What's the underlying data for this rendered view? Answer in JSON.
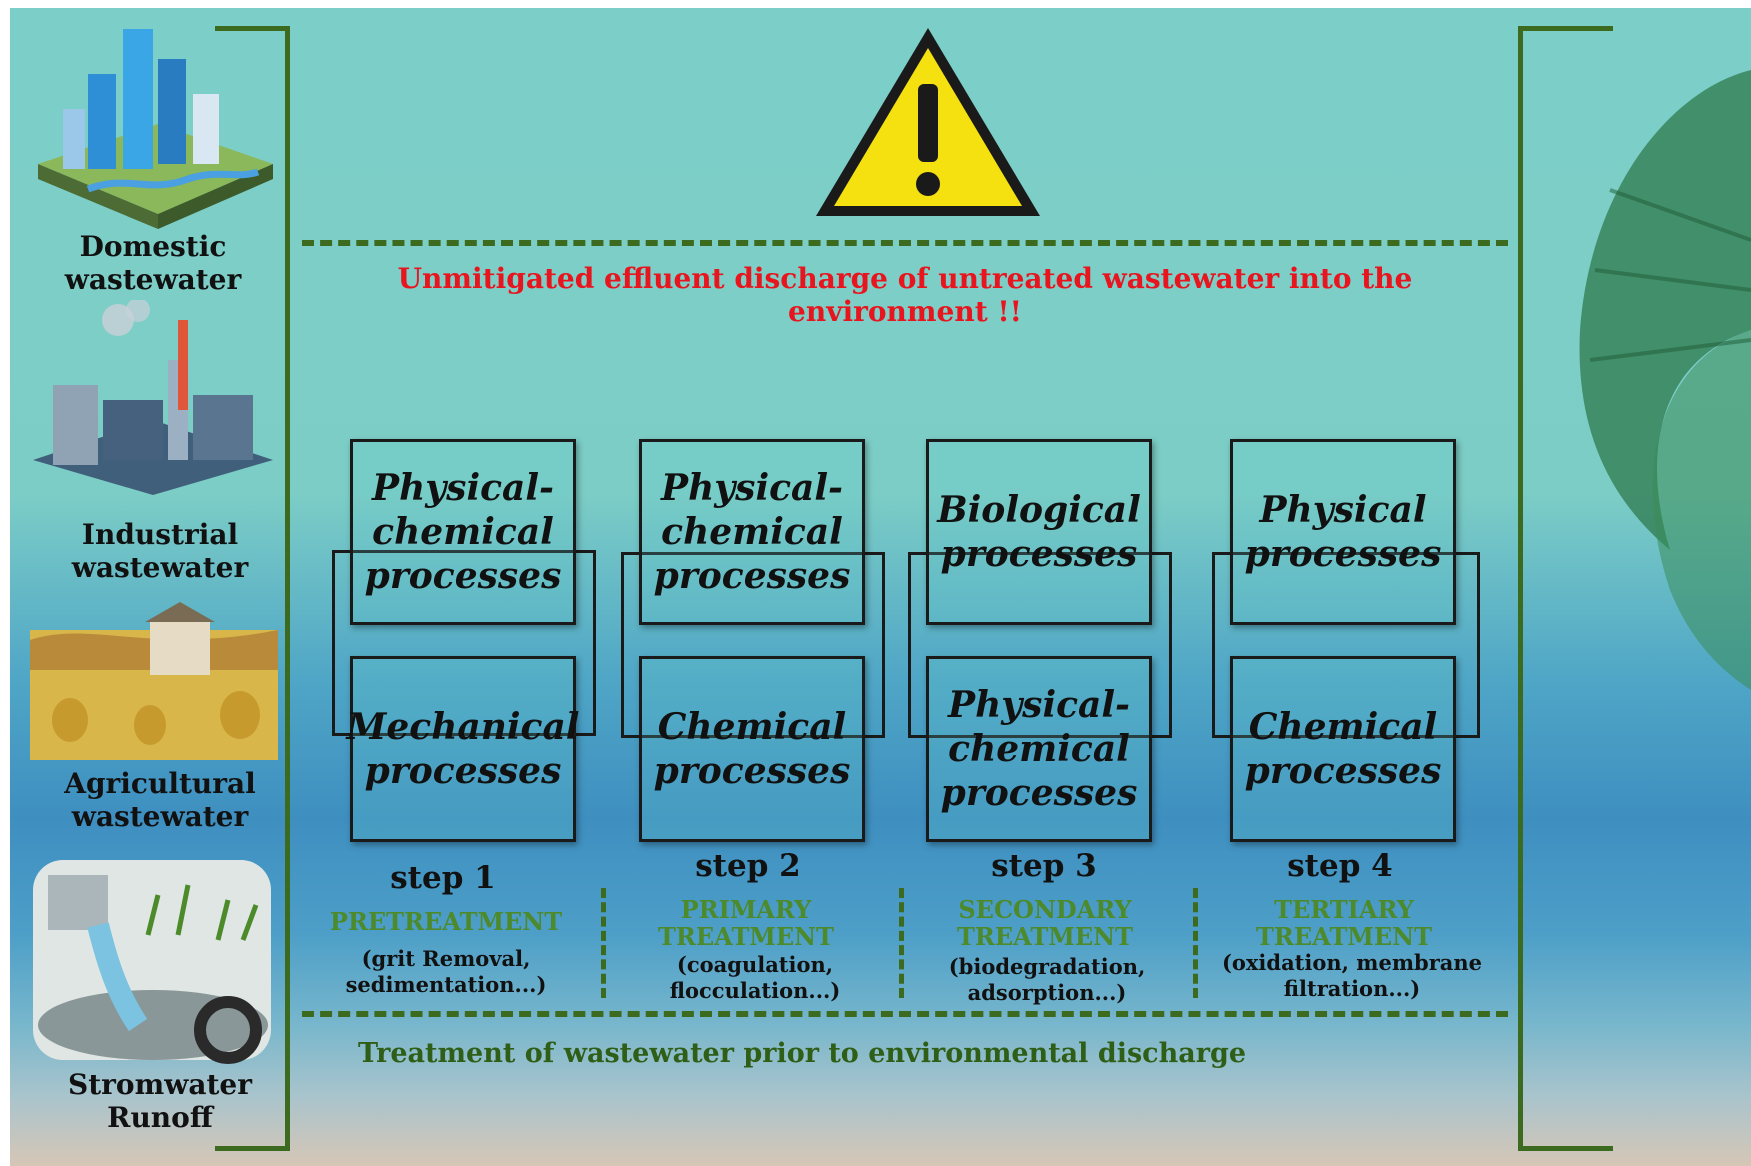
{
  "sources": [
    {
      "icon": "city-icon",
      "label_line1": "Domestic",
      "label_line2": "wastewater"
    },
    {
      "icon": "factory-icon",
      "label_line1": "Industrial",
      "label_line2": "wastewater"
    },
    {
      "icon": "farm-icon",
      "label_line1": "Agricultural",
      "label_line2": "wastewater"
    },
    {
      "icon": "storm-pipe-icon",
      "label_line1": "Stromwater",
      "label_line2": "Runoff"
    }
  ],
  "warning": {
    "icon": "warning-triangle-icon",
    "text": "Unmitigated effluent discharge of untreated wastewater into the environment !!"
  },
  "bottom_text": "Treatment of wastewater prior to environmental discharge",
  "steps": [
    {
      "number": "step 1",
      "name_line1": "PRETREATMENT",
      "name_line2": "",
      "desc_line1": "(grit Removal,",
      "desc_line2": "sedimentation...)",
      "top_box": [
        "Physical-",
        "chemical",
        "processes"
      ],
      "bottom_box": [
        "Mechanical",
        "processes"
      ]
    },
    {
      "number": "step 2",
      "name_line1": "PRIMARY",
      "name_line2": "TREATMENT",
      "desc_line1": "(coagulation,",
      "desc_line2": "flocculation...)",
      "top_box": [
        "Physical-",
        "chemical",
        "processes"
      ],
      "bottom_box": [
        "Chemical",
        "processes"
      ]
    },
    {
      "number": "step 3",
      "name_line1": "SECONDARY",
      "name_line2": "TREATMENT",
      "desc_line1": "(biodegradation,",
      "desc_line2": "adsorption...)",
      "top_box": [
        "Biological",
        "processes"
      ],
      "bottom_box": [
        "Physical-",
        "chemical",
        "processes"
      ]
    },
    {
      "number": "step 4",
      "name_line1": "TERTIARY",
      "name_line2": "TREATMENT",
      "desc_line1": "(oxidation, membrane",
      "desc_line2": "filtration...)",
      "top_box": [
        "Physical",
        "processes"
      ],
      "bottom_box": [
        "Chemical",
        "processes"
      ]
    }
  ],
  "colors": {
    "warning_text": "#e8141e",
    "bracket": "#3c6b1f",
    "step_name": "#4d8a2b",
    "bottom_text": "#2f5e16",
    "warning_fill": "#f5e10f"
  }
}
